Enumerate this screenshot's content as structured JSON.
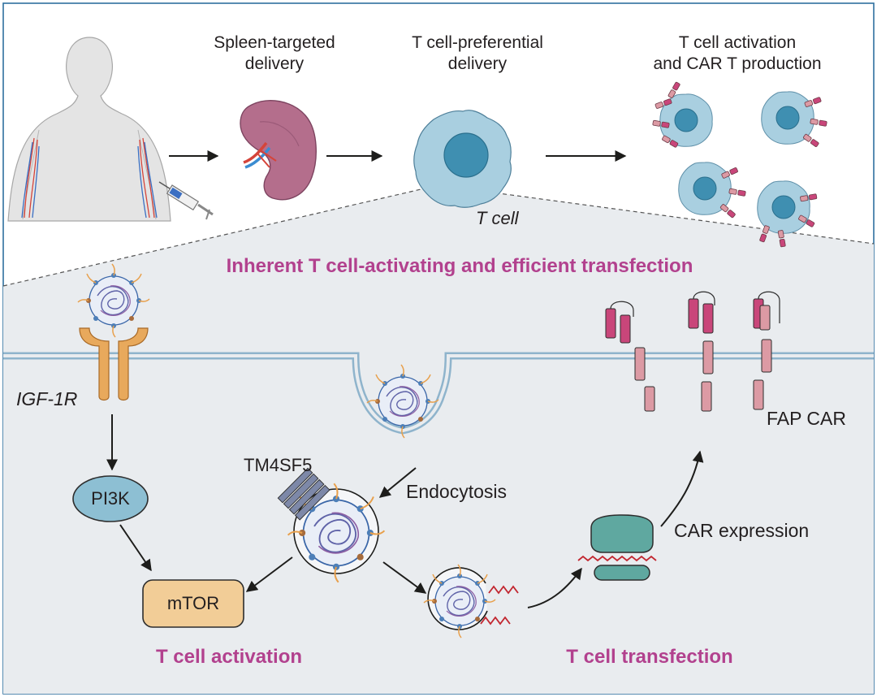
{
  "top_steps": {
    "spleen_line1": "Spleen-targeted",
    "spleen_line2": "delivery",
    "tcell_line1": "T cell-preferential",
    "tcell_line2": "delivery",
    "activation_line1": "T cell activation",
    "activation_line2": "and CAR T production",
    "tcell_label": "T cell"
  },
  "detail": {
    "title": "Inherent T cell-activating and efficient transfection",
    "receptor": "IGF-1R",
    "pi3k": "PI3K",
    "mtor": "mTOR",
    "tm4sf5": "TM4SF5",
    "endocytosis": "Endocytosis",
    "car_expression": "CAR expression",
    "fap_car": "FAP CAR",
    "activation_caption": "T cell activation",
    "transfection_caption": "T cell transfection"
  },
  "colors": {
    "accent_purple": "#b2418e",
    "cell_body": "#a9cfe0",
    "cell_nucleus": "#3f8fb1",
    "membrane": "#8fb4cc",
    "receptor": "#e8a95c",
    "pi3k_fill": "#8dbfd3",
    "mtor_fill": "#f2cd97",
    "ribosome": "#5fa8a0",
    "car_pink": "#c9467a",
    "car_light": "#dc9aa4",
    "mrna_red": "#c2262f",
    "spleen": "#b46e8c"
  }
}
